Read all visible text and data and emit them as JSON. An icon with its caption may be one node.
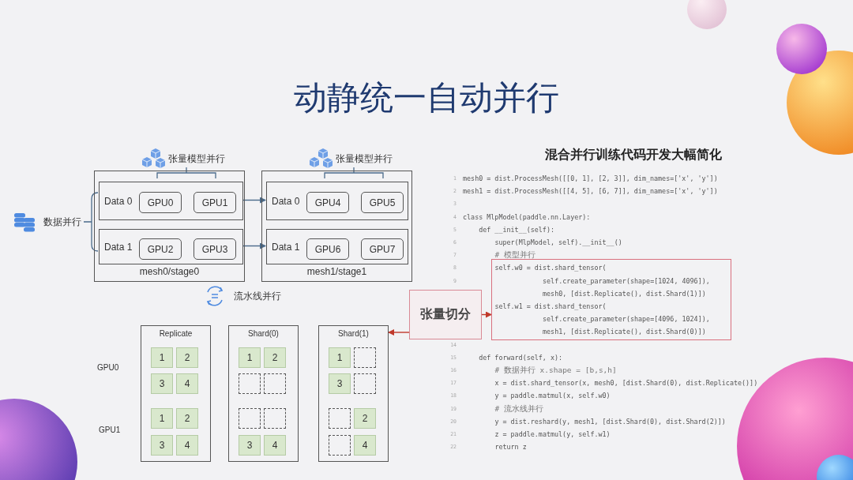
{
  "diagram": {
    "title": "动静统一自动并行",
    "nodes": [
      {
        "text": [
          "mesh0/stage0"
        ]
      },
      {
        "text": [
          "Data 0"
        ],
        "in": 0
      },
      {
        "text": [
          "GPU0"
        ],
        "in": 1
      },
      {
        "text": [
          "GPU1"
        ],
        "in": 1
      },
      {
        "text": [
          "Data 1"
        ],
        "in": 0
      },
      {
        "text": [
          "GPU2"
        ],
        "in": 4
      },
      {
        "text": [
          "GPU3"
        ],
        "in": 4
      },
      {
        "text": [
          "mesh1/stage1"
        ]
      },
      {
        "text": [
          "Data 0"
        ],
        "in": 7
      },
      {
        "text": [
          "GPU4"
        ],
        "in": 8
      },
      {
        "text": [
          "GPU5"
        ],
        "in": 8
      },
      {
        "text": [
          "Data 1"
        ],
        "in": 7
      },
      {
        "text": [
          "GPU6"
        ],
        "in": 11
      },
      {
        "text": [
          "GPU7"
        ],
        "in": 11
      },
      {
        "text": [
          "张量切分"
        ]
      },
      {
        "text": [
          "self.w0 = dist.shard_tensor(",
          "self.create_parameter(shape=[1024, 4096]),",
          "mesh0, [dist.Replicate(), dist.Shard(1)])",
          "self.w1 = dist.shard_tensor(",
          "self.create_parameter(shape=[4096, 1024]),",
          "mesh1, [dist.Replicate(), dist.Shard(0)])"
        ]
      },
      {
        "text": [
          "Replicate"
        ]
      },
      {
        "text": [
          "1"
        ],
        "in": 16
      },
      {
        "text": [
          "2"
        ],
        "in": 16
      },
      {
        "text": [
          "3"
        ],
        "in": 16
      },
      {
        "text": [
          "4"
        ],
        "in": 16
      },
      {
        "text": [
          "1"
        ],
        "in": 16
      },
      {
        "text": [
          "2"
        ],
        "in": 16
      },
      {
        "text": [
          "3"
        ],
        "in": 16
      },
      {
        "text": [
          "4"
        ],
        "in": 16
      },
      {
        "text": [
          "Shard(0)"
        ]
      },
      {
        "text": [
          "1"
        ],
        "in": 25
      },
      {
        "text": [
          "2"
        ],
        "in": 25
      },
      {
        "text": [],
        "shape": "box",
        "in": 25
      },
      {
        "text": [],
        "shape": "box",
        "in": 25
      },
      {
        "text": [],
        "shape": "box",
        "in": 25
      },
      {
        "text": [],
        "shape": "box",
        "in": 25
      },
      {
        "text": [
          "3"
        ],
        "in": 25
      },
      {
        "text": [
          "4"
        ],
        "in": 25
      },
      {
        "text": [
          "Shard(1)"
        ]
      },
      {
        "text": [
          "1"
        ],
        "in": 34
      },
      {
        "text": [],
        "shape": "box",
        "in": 34
      },
      {
        "text": [
          "3"
        ],
        "in": 34
      },
      {
        "text": [],
        "shape": "box",
        "in": 34
      },
      {
        "text": [],
        "shape": "box",
        "in": 34
      },
      {
        "text": [
          "2"
        ],
        "in": 34
      },
      {
        "text": [],
        "shape": "box",
        "in": 34
      },
      {
        "text": [
          "4"
        ],
        "in": 34
      }
    ],
    "edges": [
      {
        "from": 1,
        "to": 8,
        "arrow": "to",
        "color": "#4a6a8a"
      },
      {
        "from": 4,
        "to": 11,
        "arrow": "to",
        "color": "#4a6a8a"
      },
      {
        "from": 14,
        "to": 15,
        "arrow": "to",
        "color": "#c0392b"
      },
      {
        "from": 14,
        "to": 34,
        "arrow": "to",
        "color": "#c0392b"
      }
    ],
    "labels": [
      "张量模型并行",
      "张量模型并行",
      "数据并行",
      "流水线并行",
      "混合并行训练代码开发大幅简化",
      "1",
      "mesh0 = dist.ProcessMesh([[0, 1], [2, 3]], dim_names=['x', 'y'])",
      "2",
      "mesh1 = dist.ProcessMesh([[4, 5], [6, 7]], dim_names=['x', 'y'])",
      "3",
      "4",
      "class MlpModel(paddle.nn.Layer):",
      "5",
      "def __init__(self):",
      "6",
      "super(MlpModel, self).__init__()",
      "7",
      "# 模型并行",
      "8",
      "9",
      "14",
      "15",
      "def forward(self, x):",
      "16",
      "# 数据并行 x.shape = [b,s,h]",
      "17",
      "x = dist.shard_tensor(x, mesh0, [dist.Shard(0), dist.Replicate()])",
      "18",
      "y = paddle.matmul(x, self.w0)",
      "19",
      "# 流水线并行",
      "20",
      "y = dist.reshard(y, mesh1, [dist.Shard(0), dist.Shard(2)])",
      "21",
      "z = paddle.matmul(y, self.w1)",
      "22",
      "return z",
      "GPU0",
      "GPU1"
    ]
  }
}
